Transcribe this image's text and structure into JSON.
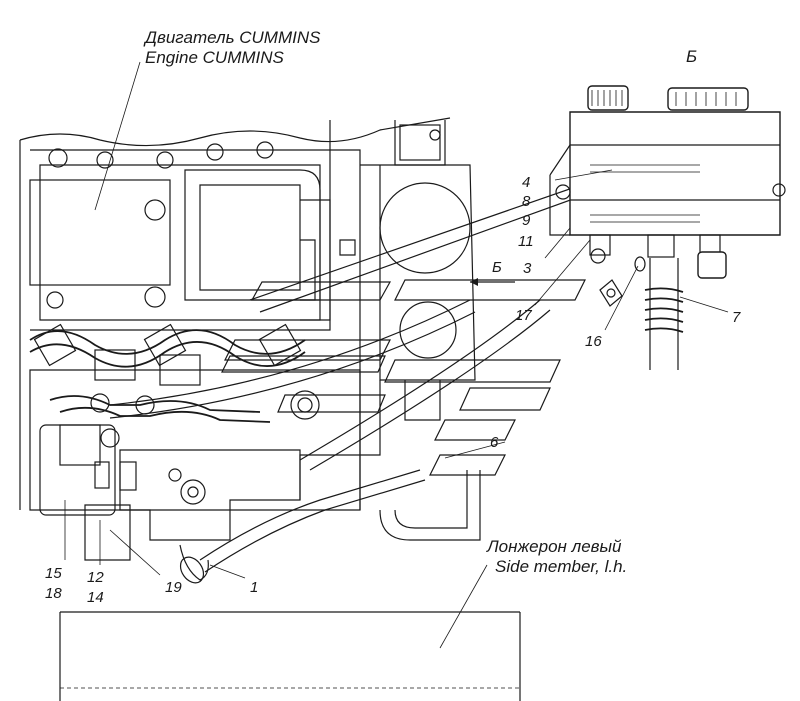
{
  "labels": {
    "engine_ru": "Двигатель CUMMINS",
    "engine_en": "Engine CUMMINS",
    "view_b_top": "Б",
    "view_b_arrow": "Б",
    "side_member_ru": "Лонжерон левый",
    "side_member_en": "Side member, l.h."
  },
  "callouts": {
    "n1": "1",
    "n3": "3",
    "n4": "4",
    "n6": "6",
    "n7": "7",
    "n8": "8",
    "n9": "9",
    "n11": "11",
    "n12": "12",
    "n14": "14",
    "n15": "15",
    "n16": "16",
    "n17": "17",
    "n18": "18",
    "n19": "19"
  }
}
